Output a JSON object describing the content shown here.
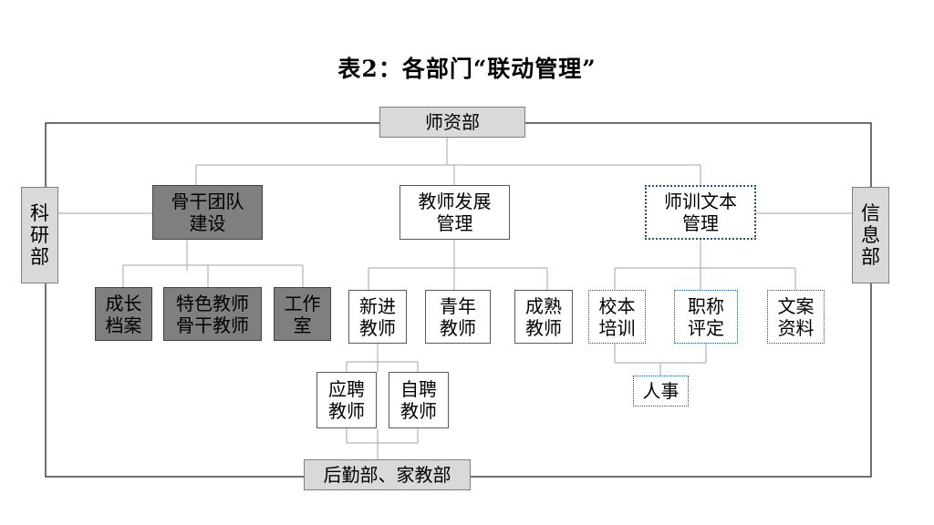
{
  "title": "表2：各部门“联动管理”",
  "top": "师资部",
  "left": [
    "科",
    "研",
    "部"
  ],
  "right": [
    "信",
    "息",
    "部"
  ],
  "bottom": "后勤部、家教部",
  "branches": {
    "backbone": [
      "骨干团队",
      "建设"
    ],
    "develop": [
      "教师发展",
      "管理"
    ],
    "training": [
      "师训文本",
      "管理"
    ]
  },
  "backbone_children": {
    "growth": [
      "成长",
      "档案"
    ],
    "featured": [
      "特色教师",
      "骨干教师"
    ],
    "studio": [
      "工作",
      "室"
    ]
  },
  "develop_children": {
    "new": [
      "新进",
      "教师"
    ],
    "young": [
      "青年",
      "教师"
    ],
    "mature": [
      "成熟",
      "教师"
    ]
  },
  "new_children": {
    "hired": [
      "应聘",
      "教师"
    ],
    "self": [
      "自聘",
      "教师"
    ]
  },
  "training_children": {
    "school": [
      "校本",
      "培训"
    ],
    "title": [
      "职称",
      "评定"
    ],
    "docs": [
      "文案",
      "资料"
    ]
  },
  "hr": "人事"
}
